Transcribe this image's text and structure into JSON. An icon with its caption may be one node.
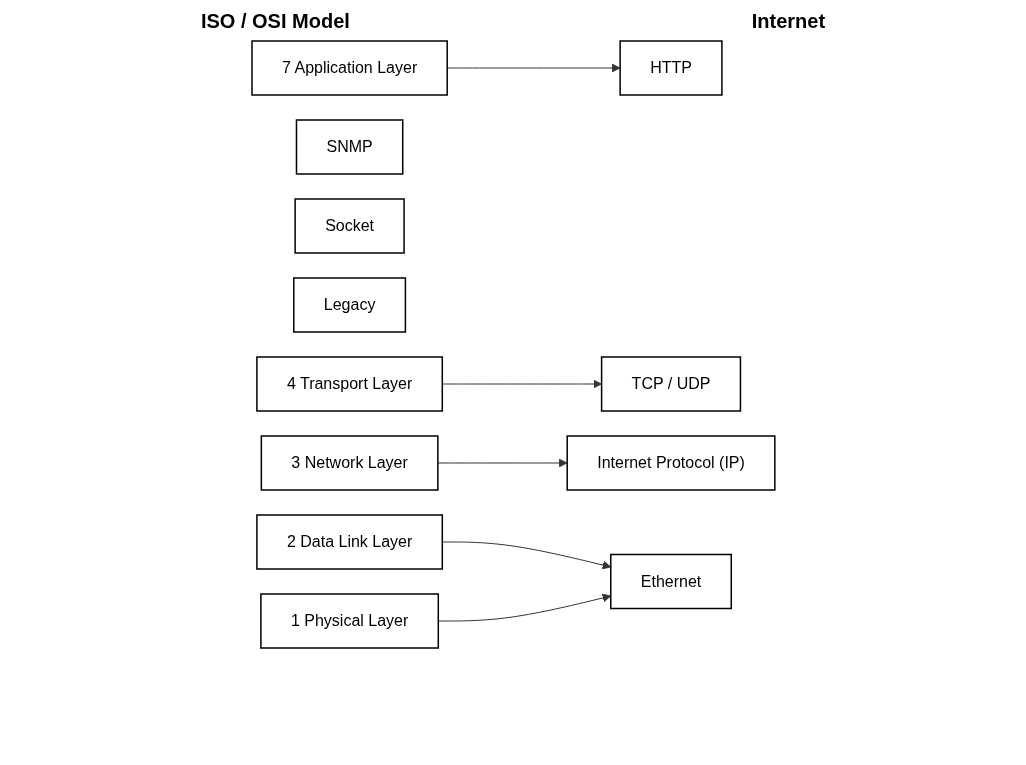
{
  "diagram": {
    "nodes": [
      {
        "text": [
          "7 Application Layer"
        ]
      },
      {
        "text": [
          "HTTP"
        ]
      },
      {
        "text": [
          "SNMP"
        ]
      },
      {
        "text": [
          "Socket"
        ]
      },
      {
        "text": [
          "Legacy"
        ]
      },
      {
        "text": [
          "4 Transport Layer"
        ]
      },
      {
        "text": [
          "TCP / UDP"
        ]
      },
      {
        "text": [
          "3 Network Layer"
        ]
      },
      {
        "text": [
          "Internet Protocol (IP)"
        ]
      },
      {
        "text": [
          "2 Data Link Layer"
        ]
      },
      {
        "text": [
          "Ethernet"
        ]
      },
      {
        "text": [
          "1 Physical Layer"
        ]
      }
    ],
    "edges": [
      {
        "from": 0,
        "to": 1,
        "arrow": "to"
      },
      {
        "from": 5,
        "to": 6,
        "arrow": "to"
      },
      {
        "from": 7,
        "to": 8,
        "arrow": "to"
      },
      {
        "from": 9,
        "to": 10,
        "arrow": "to"
      },
      {
        "from": 11,
        "to": 10,
        "arrow": "to"
      }
    ],
    "labels": [
      "ISO / OSI Model",
      "Internet"
    ]
  }
}
